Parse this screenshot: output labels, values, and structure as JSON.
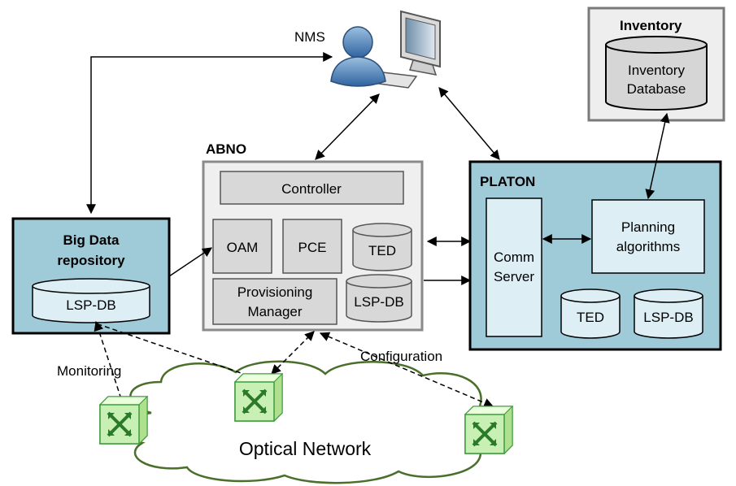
{
  "labels": {
    "nms": "NMS",
    "inventory_title": "Inventory",
    "inventory_db": [
      "Inventory",
      "Database"
    ],
    "abno_title": "ABNO",
    "controller": "Controller",
    "oam": "OAM",
    "pce": "PCE",
    "abno_ted": "TED",
    "provisioning": [
      "Provisioning",
      "Manager"
    ],
    "abno_lspdb": "LSP-DB",
    "platon_title": "PLATON",
    "comm_server": [
      "Comm",
      "Server"
    ],
    "planning": [
      "Planning",
      "algorithms"
    ],
    "platon_ted": "TED",
    "platon_lspdb": "LSP-DB",
    "bigdata_title": [
      "Big Data",
      "repository"
    ],
    "bigdata_lspdb": "LSP-DB",
    "monitoring": "Monitoring",
    "configuration": "Configuration",
    "optical_network": "Optical Network"
  },
  "colors": {
    "platon_fill": "#9fcad8",
    "platon_inner": "#ddeef5",
    "abno_fill": "#eeeeee",
    "abno_inner": "#d8d8d8",
    "switch_fill": "#c9f0b4",
    "switch_stroke": "#3f9a3f"
  }
}
